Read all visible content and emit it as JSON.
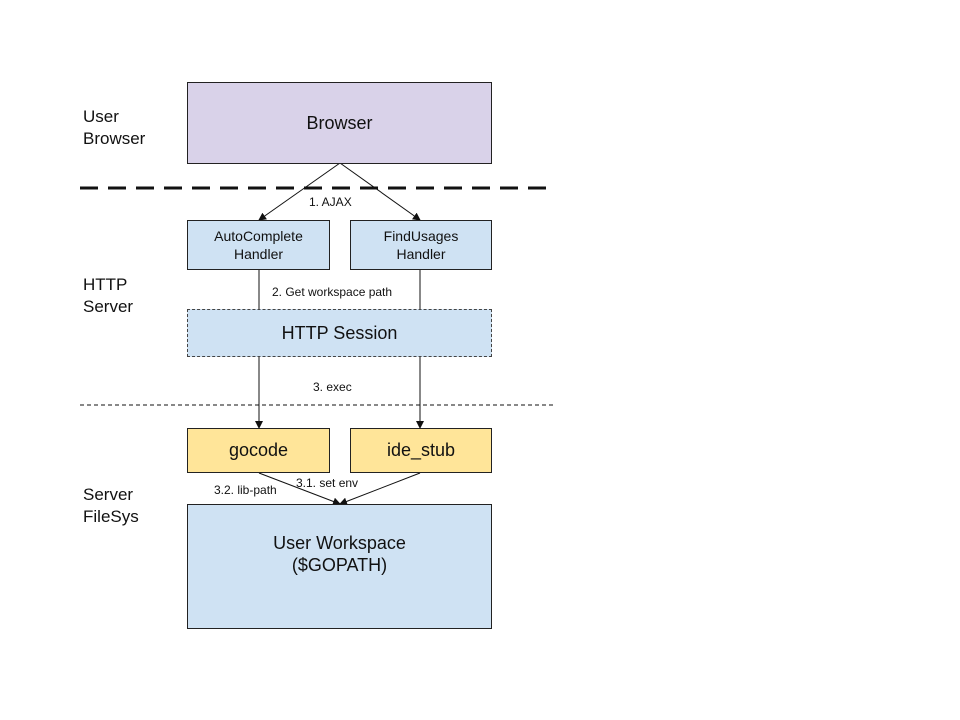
{
  "lanes": {
    "user_browser": "User\nBrowser",
    "http_server": "HTTP\nServer",
    "server_filesys": "Server\nFileSys"
  },
  "nodes": {
    "browser": "Browser",
    "autocomplete": "AutoComplete\nHandler",
    "findusages": "FindUsages\nHandler",
    "session": "HTTP Session",
    "gocode": "gocode",
    "ide_stub": "ide_stub",
    "workspace": "User Workspace\n($GOPATH)"
  },
  "edges": {
    "ajax": "1. AJAX",
    "workspace_path": "2. Get workspace path",
    "exec": "3. exec",
    "lib_path": "3.2. lib-path",
    "set_env": "3.1. set env"
  },
  "colors": {
    "browser_fill": "#d9d2e9",
    "server_fill": "#cfe2f3",
    "tool_fill": "#ffe599"
  }
}
